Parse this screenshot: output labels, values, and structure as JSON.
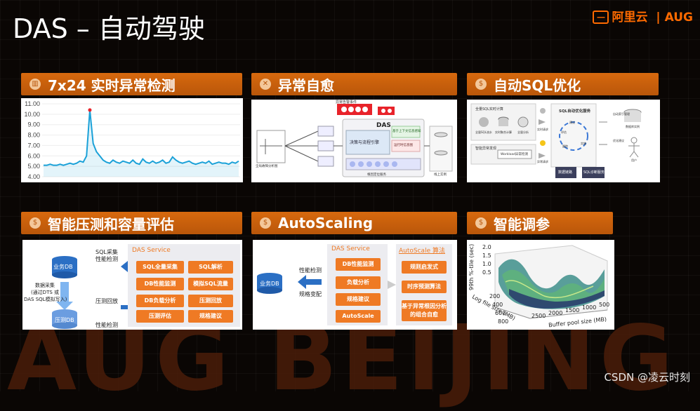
{
  "page": {
    "title": "DAS – 自动驾驶",
    "credit": "CSDN @凌云时刻",
    "watermark": "AUG BEIJING"
  },
  "brand": {
    "name": "阿里云",
    "sep": "|",
    "event": "AUG"
  },
  "colors": {
    "accent": "#ff6a00",
    "banner": "#c95f0c",
    "line": "#1aa1d8"
  },
  "sections": [
    {
      "label": "7x24 实时异常检测",
      "icon": "chart-icon"
    },
    {
      "label": "异常自愈",
      "icon": "close-icon"
    },
    {
      "label": "自动SQL优化",
      "icon": "dollar-icon"
    },
    {
      "label": "智能压测和容量评估",
      "icon": "dollar-icon"
    },
    {
      "label": "AutoScaling",
      "icon": "dollar-icon"
    },
    {
      "label": "智能调参",
      "icon": "dollar-icon"
    }
  ],
  "chart_data": {
    "type": "line",
    "ylim": [
      4.0,
      11.0
    ],
    "yticks": [
      "11.00",
      "10.00",
      "9.00",
      "8.00",
      "7.00",
      "6.00",
      "5.00",
      "4.00"
    ],
    "values": [
      5.1,
      5.1,
      5.2,
      5.1,
      5.1,
      5.2,
      5.1,
      5.2,
      5.3,
      5.2,
      5.3,
      5.5,
      5.4,
      6.0,
      10.4,
      7.2,
      6.4,
      6.0,
      5.6,
      5.4,
      5.3,
      5.6,
      5.4,
      5.3,
      5.5,
      5.4,
      5.3,
      5.6,
      5.3,
      5.2,
      5.7,
      5.4,
      5.3,
      5.5,
      5.3,
      5.4,
      5.6,
      5.3,
      5.4,
      5.9,
      5.6,
      5.4,
      5.3,
      5.4,
      5.5,
      5.3,
      5.2,
      5.3,
      5.4,
      5.3,
      5.5,
      5.2,
      5.3,
      5.4,
      5.3,
      5.3,
      5.2,
      5.4,
      5.3,
      5.5
    ],
    "highlight_index": 14
  },
  "heal": {
    "das": "DAS",
    "engine": "决策与流程引擎",
    "r1": "基于上下文信息感知",
    "r2": "运行时信息图",
    "bottom": "根因定位服务",
    "online": "线上实例",
    "left": "全局故障分析图",
    "top": "异常告警事件"
  },
  "sqlopt": {
    "full_sql": "全量SQL实时计算",
    "c1": "全量SQL流水",
    "c2": "实时聚合计算",
    "c3": "全量分析",
    "rt": "实时请求",
    "smart": "智能异常发现",
    "workload": "Workload异常检测",
    "exc": "异常请求",
    "service": "SQL自动优化服务",
    "e1": "建议",
    "e2": "评估",
    "e3": "实施",
    "e4": "跟踪",
    "out1": "自动索引管理",
    "out2": "数据库实例",
    "user_msg": "优化建议",
    "user": "用户",
    "b1": "数据链路",
    "b2": "SQL诊断服务"
  },
  "stress": {
    "service": "DAS Service",
    "db": "业务DB",
    "db2": "压测DB",
    "sql1": "SQL采集",
    "sql2": "性能检测",
    "replay": "数据采集\n(通过DTS 或\nDAS SQL模拟写入)",
    "back1": "压测回放",
    "back2": "性能检测",
    "buttons": [
      "SQL全量采集",
      "SQL解析",
      "DB性能监测",
      "模拟SQL流量",
      "DB负载分析",
      "压测回放",
      "压测评估",
      "规格建议"
    ]
  },
  "autoscale": {
    "service": "DAS Service",
    "algo": "AutoScale 算法",
    "db": "业务DB",
    "a1": "性能检测",
    "a2": "规格变配",
    "buttons": [
      "DB性能监测",
      "负载分析",
      "规格建议",
      "AutoScale"
    ],
    "algos": [
      "规则启发式",
      "时序预测算法",
      "基于异常根因分析的组合自愈"
    ]
  },
  "tuning": {
    "zlabel": "99th %-tile (sec)",
    "xlabel": "Buffer pool size (MB)",
    "ylabel": "Log file size (MB)",
    "zticks": [
      "2.0",
      "1.5",
      "1.0",
      "0.5"
    ],
    "xticks": [
      "2500",
      "2000",
      "1500",
      "1000",
      "500"
    ],
    "yticks": [
      "200",
      "400",
      "600",
      "800"
    ]
  }
}
